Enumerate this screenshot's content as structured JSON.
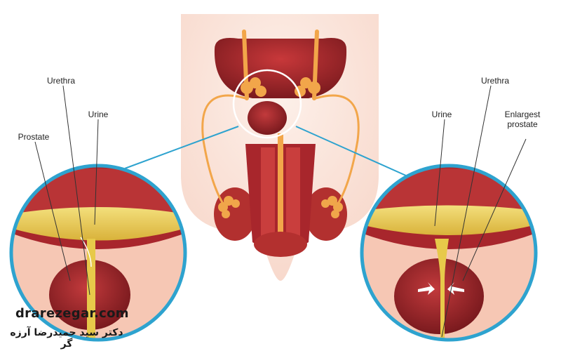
{
  "labels": {
    "left_urethra": "Urethra",
    "left_urine": "Urine",
    "left_prostate": "Prostate",
    "right_urethra": "Urethra",
    "right_urine": "Urine",
    "right_enlarged": "Enlargest prostate"
  },
  "watermark": {
    "site": "drarezegar.com",
    "name_fa": "دکتر سید حمیدرضا آرزه گر"
  },
  "colors": {
    "ring": "#2ea3cf",
    "muscle": "#a8262c",
    "muscle_dark": "#7a1a1e",
    "urine": "#e7c94a",
    "gland": "#f2a64a",
    "skin": "#f6c7b4"
  }
}
